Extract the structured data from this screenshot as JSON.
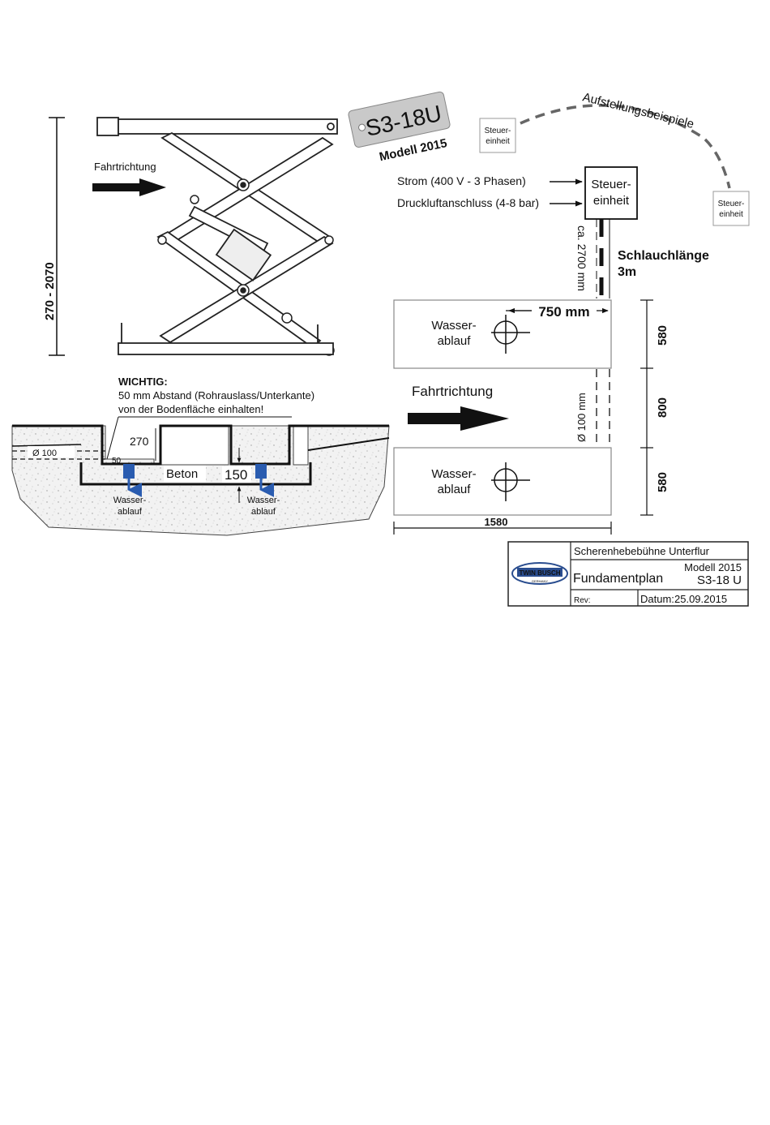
{
  "scissor_view": {
    "height_range": "270 - 2070",
    "direction_label": "Fahrtrichtung"
  },
  "badge": {
    "model_code": "S3-18U",
    "model_year": "Modell 2015"
  },
  "layout_examples": {
    "arc_label": "Aufstellungsbeispiele",
    "small_unit_left": [
      "Steuer-",
      "einheit"
    ],
    "small_unit_right": [
      "Steuer-",
      "einheit"
    ]
  },
  "control_unit": {
    "label": [
      "Steuer-",
      "einheit"
    ],
    "power": "Strom (400 V - 3 Phasen)",
    "air": "Druckluftanschluss (4-8 bar)",
    "hose_distance": "ca. 2700 mm",
    "hose_length": [
      "Schlauchlänge",
      "3m"
    ]
  },
  "foundation_plan": {
    "top_drain": [
      "Wasser-",
      "ablauf"
    ],
    "bottom_drain": [
      "Wasser-",
      "ablauf"
    ],
    "offset_750": "750 mm",
    "direction_label": "Fahrtrichtung",
    "pipe_label": "Ø 100 mm",
    "dim_580_top": "580",
    "dim_800": "800",
    "dim_580_bottom": "580",
    "dim_1580": "1580"
  },
  "cross_section": {
    "note_title": "WICHTIG:",
    "note_line1": "50 mm Abstand (Rohrauslass/Unterkante)",
    "note_line2": "von der Bodenfläche einhalten!",
    "dim_270": "270",
    "pipe_dia": "Ø 100",
    "dim_50": "50",
    "concrete": "Beton",
    "dim_150": "150",
    "drain_left": [
      "Wasser-",
      "ablauf"
    ],
    "drain_right": [
      "Wasser-",
      "ablauf"
    ],
    "drain_color": "#2a5cb0"
  },
  "title_block": {
    "logo_text": "TWIN BUSCH",
    "logo_sub": "GERMANY",
    "product": "Scherenhebebühne Unterflur",
    "drawing_title": "Fundamentplan",
    "model_year": "Modell 2015",
    "model_code": "S3-18 U",
    "rev_label": "Rev:",
    "date_label": "Datum:",
    "date_value": "25.09.2015"
  }
}
